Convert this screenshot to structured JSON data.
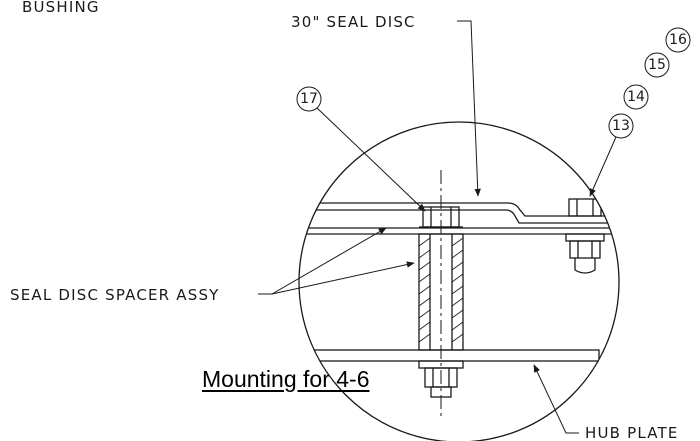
{
  "labels": {
    "bushing": "BUSHING",
    "seal_disc": "30\" SEAL DISC",
    "spacer_assy": "SEAL DISC SPACER ASSY",
    "hub_plate": "HUB PLATE"
  },
  "balloons": {
    "b13": "13",
    "b14": "14",
    "b15": "15",
    "b16": "16",
    "b17": "17"
  },
  "caption": "Mounting for 4-6"
}
